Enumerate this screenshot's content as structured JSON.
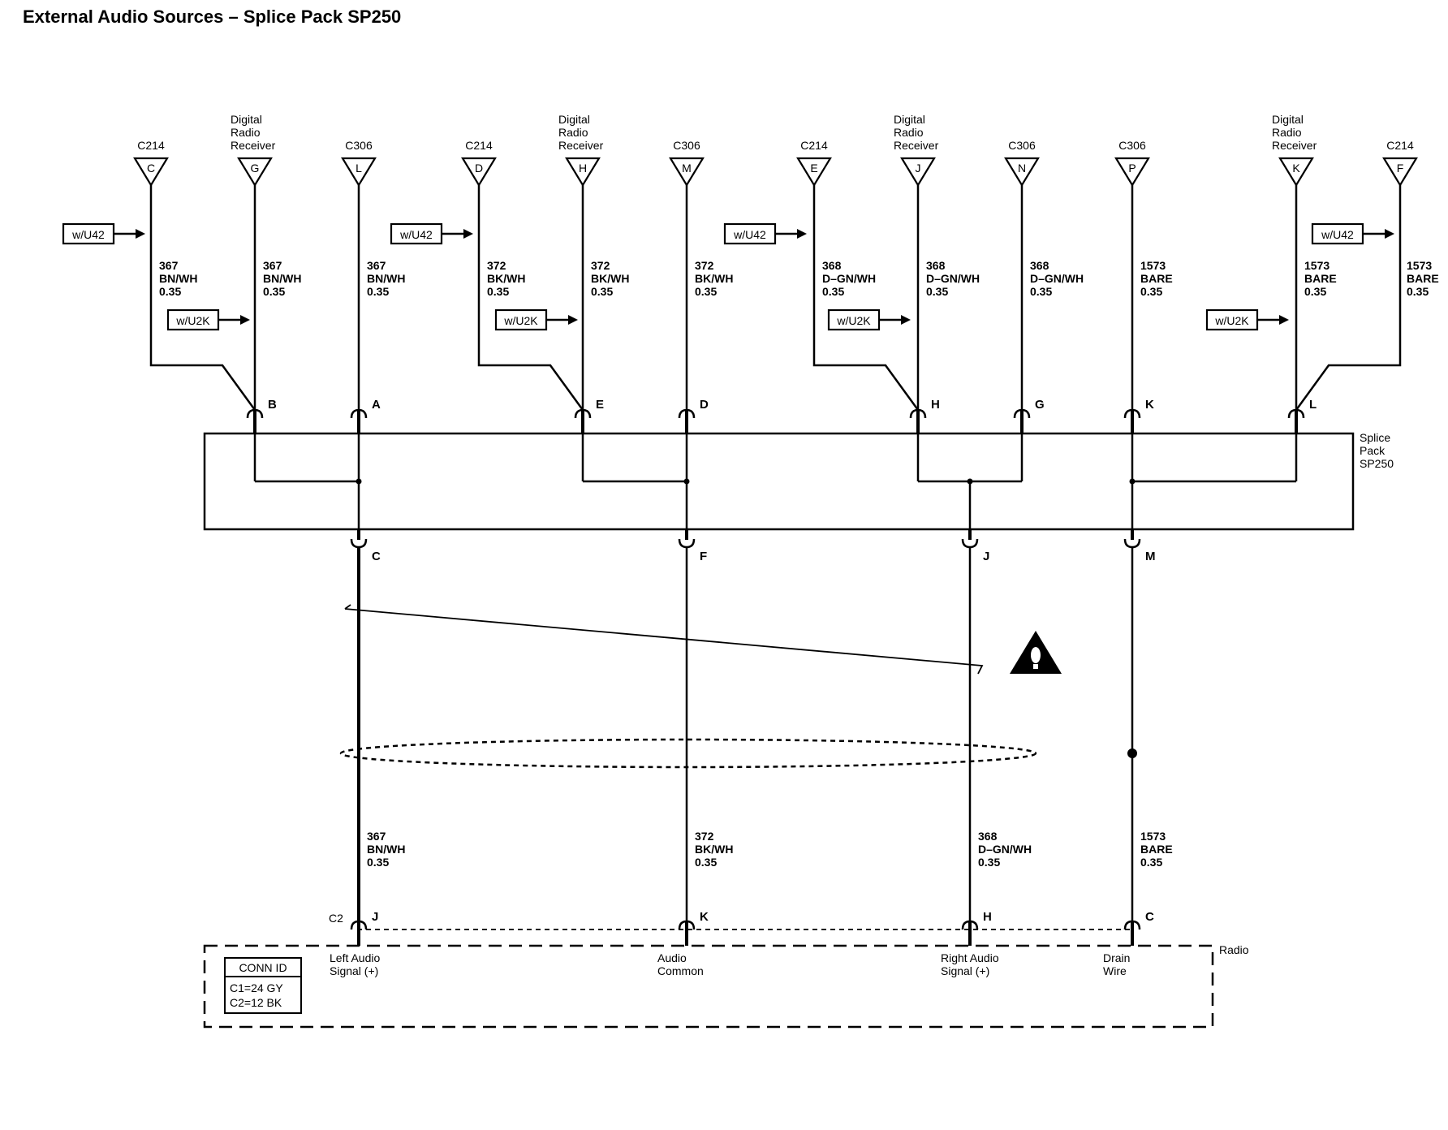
{
  "title": "External Audio Sources – Splice Pack SP250",
  "splice_pack": {
    "label_lines": [
      "Splice",
      "Pack",
      "SP250"
    ]
  },
  "inputs": [
    {
      "pin": "C",
      "connector": "C214",
      "wire": [
        "367",
        "BN/WH",
        "0.35"
      ],
      "option_tag": "w/U42",
      "splice_pin": "B"
    },
    {
      "pin": "G",
      "connector_lines": [
        "Digital",
        "Radio",
        "Receiver"
      ],
      "wire": [
        "367",
        "BN/WH",
        "0.35"
      ],
      "option_tag": "w/U2K",
      "splice_pin": "B"
    },
    {
      "pin": "L",
      "connector": "C306",
      "wire": [
        "367",
        "BN/WH",
        "0.35"
      ],
      "splice_pin": "A"
    },
    {
      "pin": "D",
      "connector": "C214",
      "wire": [
        "372",
        "BK/WH",
        "0.35"
      ],
      "option_tag": "w/U42",
      "splice_pin": "E"
    },
    {
      "pin": "H",
      "connector_lines": [
        "Digital",
        "Radio",
        "Receiver"
      ],
      "wire": [
        "372",
        "BK/WH",
        "0.35"
      ],
      "option_tag": "w/U2K",
      "splice_pin": "E"
    },
    {
      "pin": "M",
      "connector": "C306",
      "wire": [
        "372",
        "BK/WH",
        "0.35"
      ],
      "splice_pin": "D"
    },
    {
      "pin": "E",
      "connector": "C214",
      "wire": [
        "368",
        "D–GN/WH",
        "0.35"
      ],
      "option_tag": "w/U42",
      "splice_pin": "H"
    },
    {
      "pin": "J",
      "connector_lines": [
        "Digital",
        "Radio",
        "Receiver"
      ],
      "wire": [
        "368",
        "D–GN/WH",
        "0.35"
      ],
      "option_tag": "w/U2K",
      "splice_pin": "H"
    },
    {
      "pin": "N",
      "connector": "C306",
      "wire": [
        "368",
        "D–GN/WH",
        "0.35"
      ],
      "splice_pin": "G"
    },
    {
      "pin": "P",
      "connector": "C306",
      "wire": [
        "1573",
        "BARE",
        "0.35"
      ],
      "splice_pin": "K"
    },
    {
      "pin": "K",
      "connector_lines": [
        "Digital",
        "Radio",
        "Receiver"
      ],
      "wire": [
        "1573",
        "BARE",
        "0.35"
      ],
      "option_tag": "w/U2K",
      "splice_pin": "L"
    },
    {
      "pin": "F",
      "connector": "C214",
      "wire": [
        "1573",
        "BARE",
        "0.35"
      ],
      "option_tag": "w/U42",
      "splice_pin": "L"
    }
  ],
  "outputs": [
    {
      "splice_pin": "C",
      "wire": [
        "367",
        "BN/WH",
        "0.35"
      ],
      "radio_pin": "J",
      "function_lines": [
        "Left Audio",
        "Signal (+)"
      ]
    },
    {
      "splice_pin": "F",
      "wire": [
        "372",
        "BK/WH",
        "0.35"
      ],
      "radio_pin": "K",
      "function_lines": [
        "Audio",
        "Common"
      ]
    },
    {
      "splice_pin": "J",
      "wire": [
        "368",
        "D–GN/WH",
        "0.35"
      ],
      "radio_pin": "H",
      "function_lines": [
        "Right Audio",
        "Signal (+)"
      ]
    },
    {
      "splice_pin": "M",
      "wire": [
        "1573",
        "BARE",
        "0.35"
      ],
      "radio_pin": "C",
      "function_lines": [
        "Drain",
        "Wire"
      ]
    }
  ],
  "radio": {
    "label": "Radio",
    "connector_label": "C2",
    "conn_id": {
      "title": "CONN ID",
      "lines": [
        "C1=24 GY",
        "C2=12 BK"
      ]
    }
  },
  "icons": {
    "warning": "warning-triangle-icon"
  }
}
